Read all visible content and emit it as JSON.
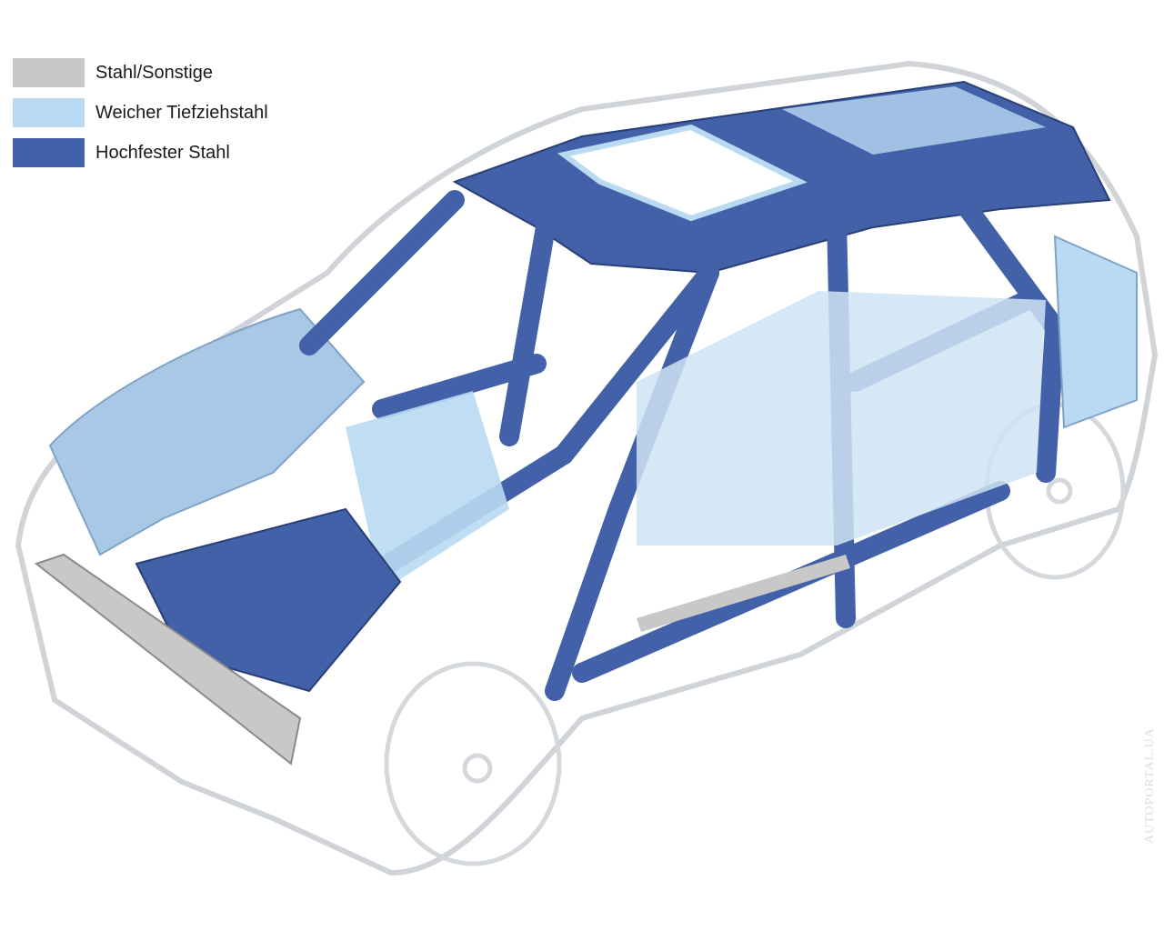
{
  "legend": {
    "items": [
      {
        "label": "Stahl/Sonstige",
        "color": "#c8c8c8"
      },
      {
        "label": "Weicher Tiefziehstahl",
        "color": "#b9daf2"
      },
      {
        "label": "Hochfester Stahl",
        "color": "#4261a8"
      }
    ]
  },
  "watermark": "AUTOPORTAL.UA"
}
